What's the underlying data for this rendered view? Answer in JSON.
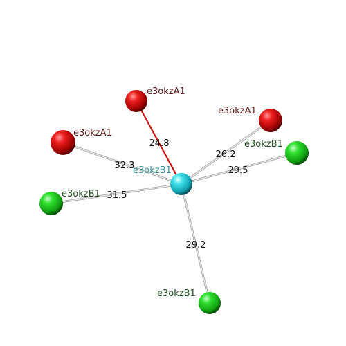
{
  "center": {
    "label": "e3okzB1",
    "color": "#35d6e0",
    "label_color": "#2f8f96"
  },
  "neighbors": [
    {
      "label": "e3okzA1",
      "distance": "24.8",
      "kind": "A",
      "highlight": true
    },
    {
      "label": "e3okzA1",
      "distance": "26.2",
      "kind": "A",
      "highlight": false
    },
    {
      "label": "e3okzA1",
      "distance": "32.3",
      "kind": "A",
      "highlight": false
    },
    {
      "label": "e3okzB1",
      "distance": "29.5",
      "kind": "B",
      "highlight": false
    },
    {
      "label": "e3okzB1",
      "distance": "31.5",
      "kind": "B",
      "highlight": false
    },
    {
      "label": "e3okzB1",
      "distance": "29.2",
      "kind": "B",
      "highlight": false
    }
  ],
  "colors": {
    "A_node": "#e01010",
    "A_label": "#5a1a1a",
    "B_node": "#22d622",
    "B_label": "#1f4f1f",
    "highlight_edge": "#cc1111",
    "edge": "#c8c8c8"
  }
}
